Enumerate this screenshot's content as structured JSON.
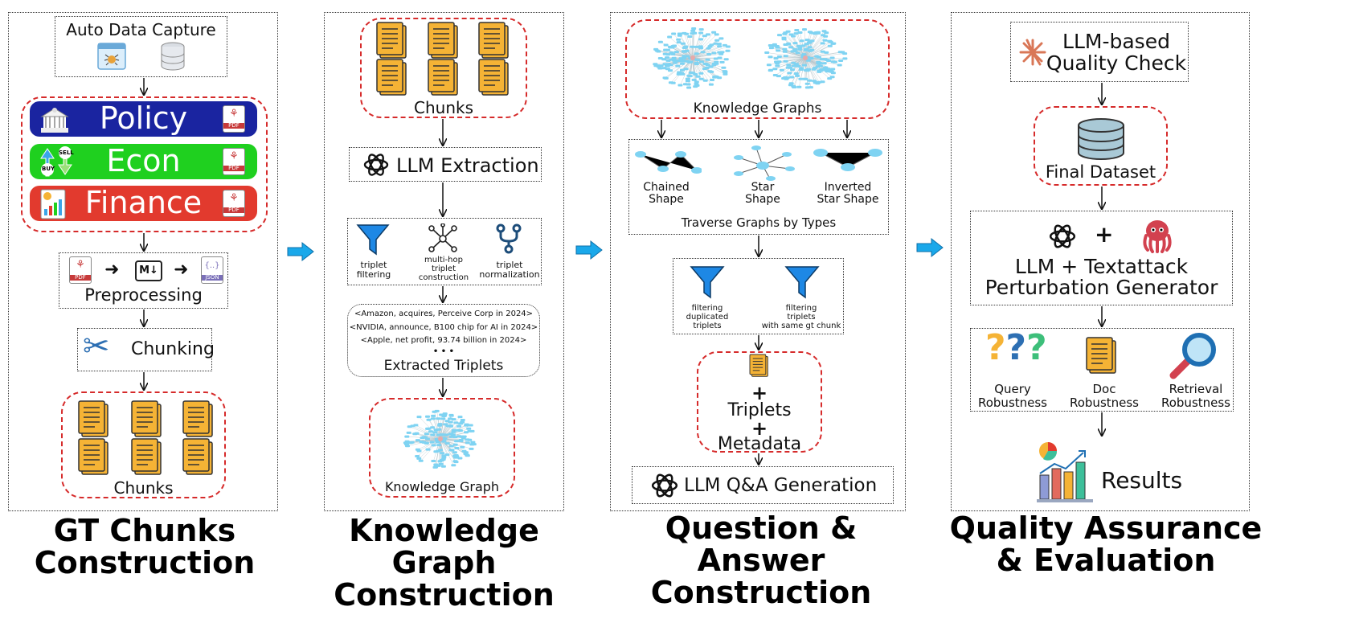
{
  "panel1": {
    "title_line1": "GT Chunks",
    "title_line2": "Construction",
    "auto_data_capture": "Auto Data Capture",
    "policy": "Policy",
    "econ": "Econ",
    "finance": "Finance",
    "pdf_badge": "PDF",
    "json_badge": "JSON",
    "buy": "BUY",
    "sell": "SELL",
    "preprocessing": "Preprocessing",
    "chunking": "Chunking",
    "chunks": "Chunks"
  },
  "panel2": {
    "title_line1": "Knowledge Graph",
    "title_line2": "Construction",
    "chunks": "Chunks",
    "llm_extraction": "LLM Extraction",
    "triplet_filtering_1": "triplet",
    "triplet_filtering_2": "filtering",
    "multihop_1": "multi-hop",
    "multihop_2": "triplet",
    "multihop_3": "construction",
    "normalization_1": "triplet",
    "normalization_2": "normalization",
    "triplet_examples": [
      "<Amazon, acquires, Perceive Corp in 2024>",
      "<NVIDIA, announce, B100 chip for AI in 2024>",
      "<Apple, net profit, 93.74 billion in 2024>"
    ],
    "ellipsis": "• • •",
    "extracted_triplets": "Extracted Triplets",
    "knowledge_graph": "Knowledge Graph"
  },
  "panel3": {
    "title_line1": "Question & Answer",
    "title_line2": "Construction",
    "knowledge_graphs": "Knowledge Graphs",
    "chained_1": "Chained",
    "chained_2": "Shape",
    "star_1": "Star",
    "star_2": "Shape",
    "inverted_1": "Inverted",
    "inverted_2": "Star Shape",
    "traverse": "Traverse Graphs by Types",
    "filter_dup_1": "filtering",
    "filter_dup_2": "duplicated",
    "filter_dup_3": "triplets",
    "filter_same_1": "filtering",
    "filter_same_2": "triplets",
    "filter_same_3": "with same gt chunk",
    "plus": "+",
    "triplets": "Triplets",
    "metadata": "Metadata",
    "qa_generation": "LLM Q&A Generation"
  },
  "panel4": {
    "title_line1": "Quality Assurance",
    "title_line2": "& Evaluation",
    "quality_check_1": "LLM-based",
    "quality_check_2": "Quality Check",
    "final_dataset": "Final Dataset",
    "plus": "+",
    "generator_1": "LLM + Textattack",
    "generator_2": "Perturbation Generator",
    "query_1": "Query",
    "query_2": "Robustness",
    "doc_1": "Doc",
    "doc_2": "Robustness",
    "retrieval_1": "Retrieval",
    "retrieval_2": "Robustness",
    "results": "Results"
  },
  "colors": {
    "policy": "#1a24a0",
    "econ": "#1fd01f",
    "finance": "#e23a2e",
    "red_dash": "#d62b2b",
    "doc_yellow": "#f5b335",
    "graph_blue": "#7fd3f2",
    "flow_arrow": "#1aa8ea"
  }
}
